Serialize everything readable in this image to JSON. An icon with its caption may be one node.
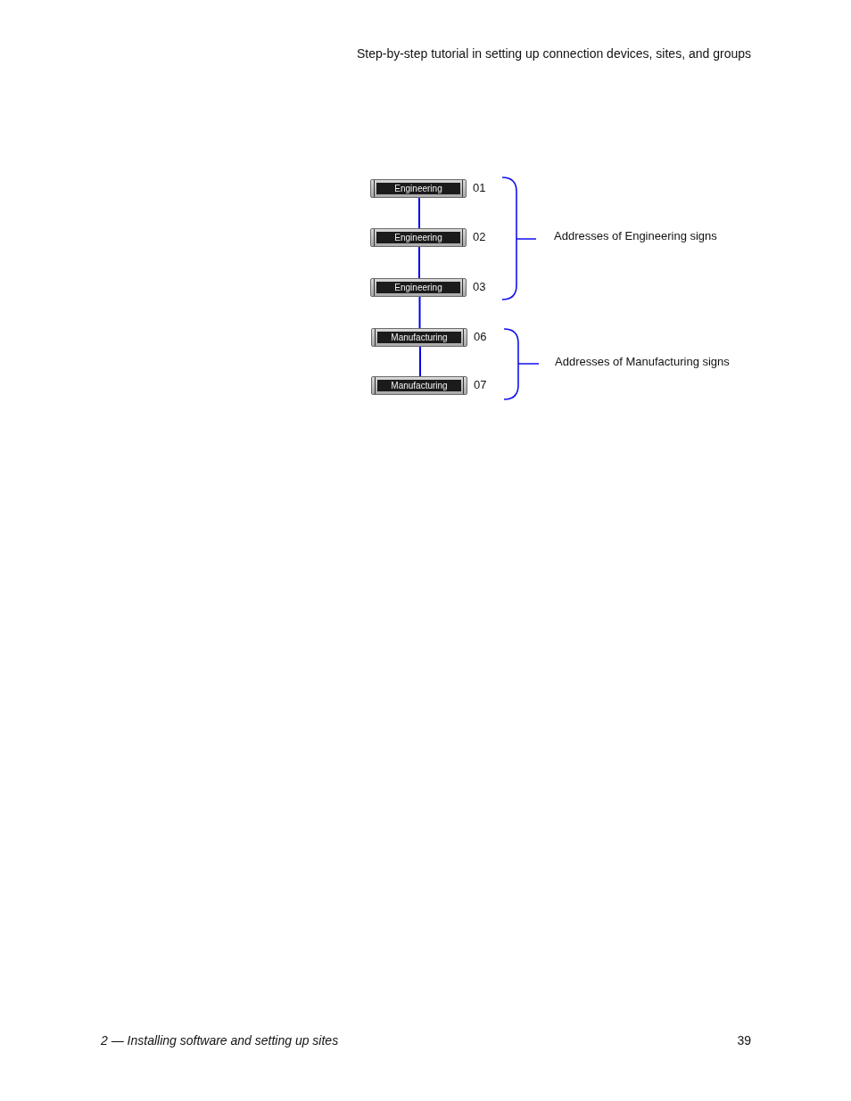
{
  "diagram": {
    "nodes": [
      {
        "text": [
          "Engineering"
        ],
        "beside": [
          "01"
        ]
      },
      {
        "text": [
          "Engineering"
        ],
        "beside": [
          "02"
        ]
      },
      {
        "text": [
          "Engineering"
        ],
        "beside": [
          "03"
        ]
      },
      {
        "text": [
          "Manufacturing"
        ],
        "beside": [
          "06"
        ]
      },
      {
        "text": [
          "Manufacturing"
        ],
        "beside": [
          "07"
        ]
      }
    ],
    "edges": [
      {
        "from": 0,
        "to": 1,
        "arrow": "none"
      },
      {
        "from": 1,
        "to": 2,
        "arrow": "none"
      },
      {
        "from": 2,
        "to": 3,
        "arrow": "none"
      },
      {
        "from": 3,
        "to": 4,
        "arrow": "none"
      }
    ],
    "labels": [
      "Step-by-step tutorial in setting up connection devices, sites, and groups",
      "Addresses of Engineering signs",
      "Addresses of Manufacturing signs",
      "2 — Installing software and setting up sites",
      "39"
    ]
  }
}
